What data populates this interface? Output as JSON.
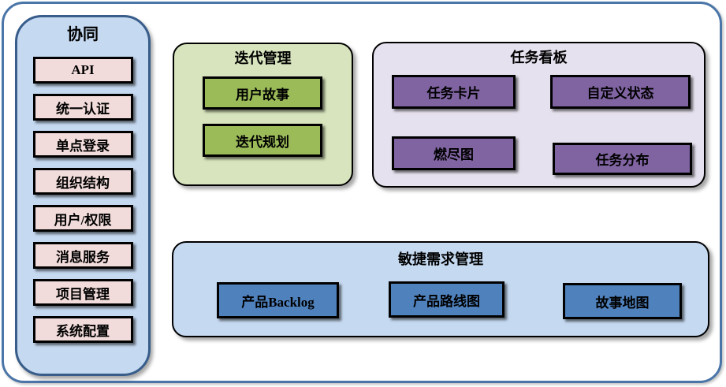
{
  "sidebar": {
    "title": "协同",
    "items": [
      "API",
      "统一认证",
      "单点登录",
      "组织结构",
      "用户/权限",
      "消息服务",
      "项目管理",
      "系统配置"
    ]
  },
  "groups": {
    "iteration": {
      "title": "迭代管理",
      "items": [
        "用户故事",
        "迭代规划"
      ]
    },
    "taskboard": {
      "title": "任务看板",
      "items": [
        "任务卡片",
        "自定义状态",
        "燃尽图",
        "任务分布"
      ]
    },
    "agile": {
      "title": "敏捷需求管理",
      "items": [
        "产品Backlog",
        "产品路线图",
        "故事地图"
      ]
    }
  },
  "colors": {
    "frame_border": "#4A75A8",
    "sidebar_fill": "#C5D9F1",
    "sidebar_border": "#385D8A",
    "sidebar_item_fill": "#F2DCDB",
    "iteration_fill": "#D7E4BD",
    "iteration_item_fill": "#9BBB59",
    "taskboard_fill": "#E6E1EE",
    "taskboard_item_fill": "#8064A2",
    "agile_fill": "#C5D9F1",
    "agile_item_fill": "#4F81BD",
    "node_border": "#000000",
    "text": "#000000"
  }
}
